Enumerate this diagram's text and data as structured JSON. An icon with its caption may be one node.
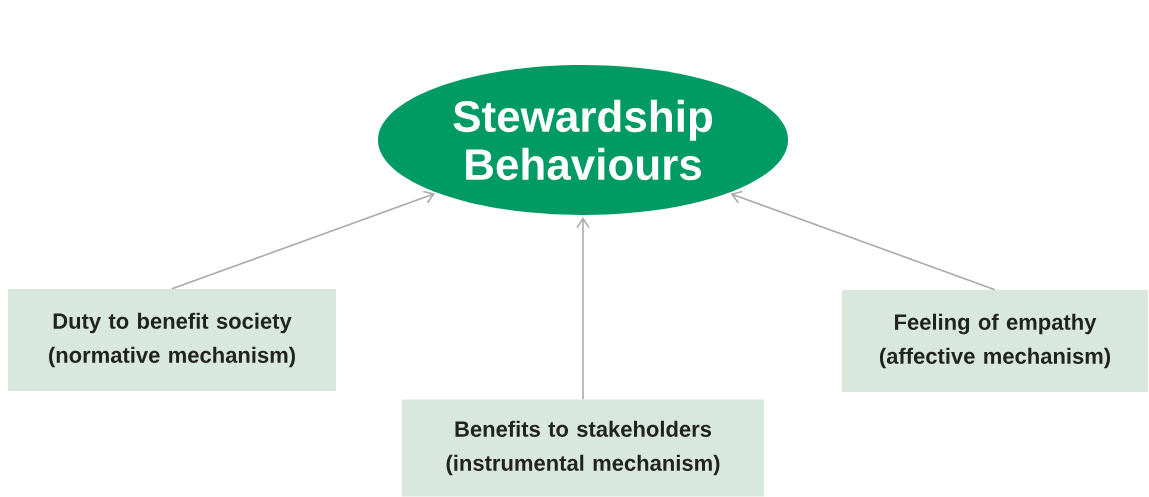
{
  "diagram": {
    "nodes": [
      {
        "text": [
          "Stewardship Behaviours"
        ]
      },
      {
        "text": [
          "Duty to benefit society (normative mechanism)"
        ]
      },
      {
        "text": [
          "Benefits to stakeholders (instrumental mechanism)"
        ]
      },
      {
        "text": [
          "Feeling of empathy (affective mechanism)"
        ]
      }
    ],
    "edges": [
      {
        "from": 1,
        "to": 0,
        "arrow": "to"
      },
      {
        "from": 2,
        "to": 0,
        "arrow": "to"
      },
      {
        "from": 3,
        "to": 0,
        "arrow": "to"
      }
    ]
  }
}
